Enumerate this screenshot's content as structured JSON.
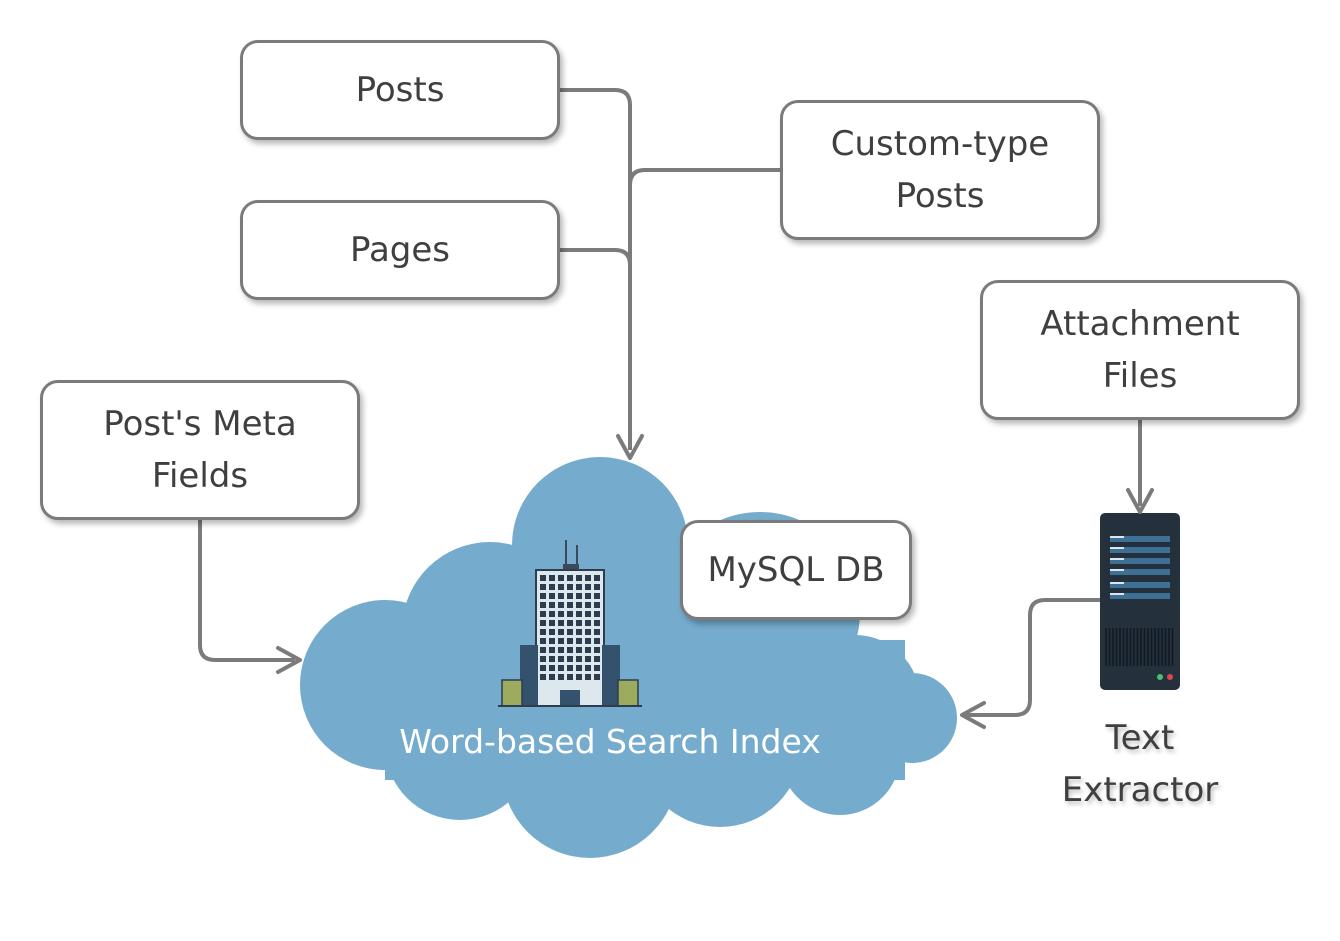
{
  "sources": {
    "posts": "Posts",
    "pages": "Pages",
    "custom_type_posts": [
      "Custom-type",
      "Posts"
    ],
    "post_meta_fields": [
      "Post's Meta",
      "Fields"
    ],
    "attachment_files": [
      "Attachment",
      "Files"
    ]
  },
  "database": {
    "label": "MySQL DB"
  },
  "index": {
    "label": "Word-based Search Index",
    "icon": "office-building-icon"
  },
  "extractor": {
    "label": [
      "Text",
      "Extractor"
    ],
    "icon": "server-icon"
  },
  "colors": {
    "cloud": "#75abcc",
    "connector": "#7b7b7b",
    "box_border": "#7b7b7b",
    "text": "#3f3f3f"
  }
}
